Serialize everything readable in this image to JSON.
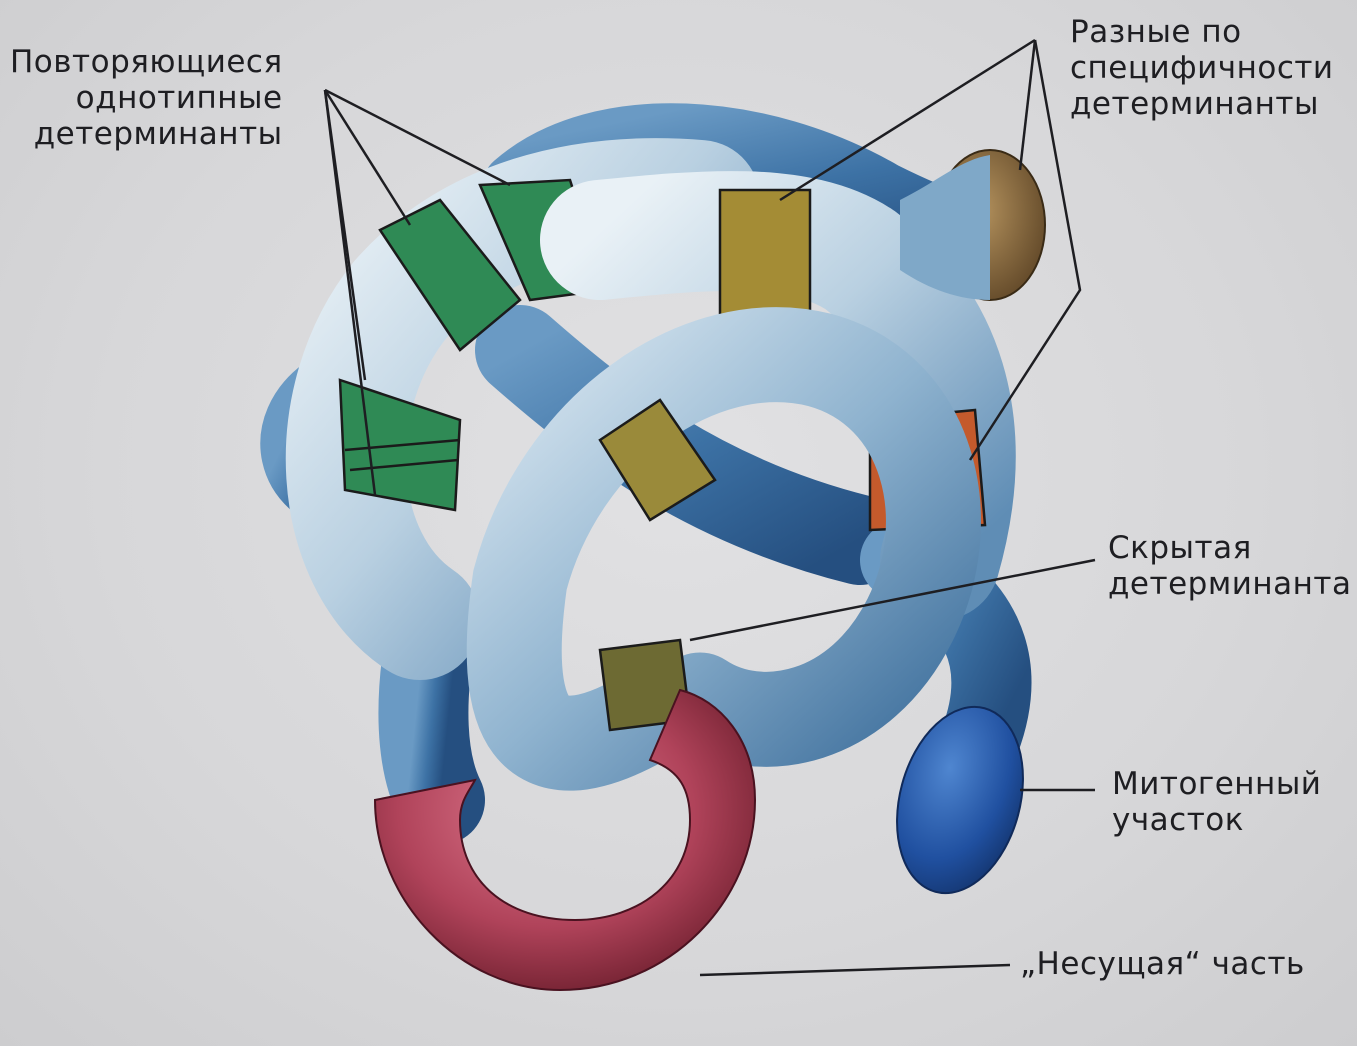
{
  "labels": {
    "repeating": [
      "Повторяющиеся",
      "однотипные",
      "детерминанты"
    ],
    "different": [
      "Разные по",
      "специфичности",
      "детерминанты"
    ],
    "hidden": [
      "Скрытая",
      "детерминанта"
    ],
    "mitogenic": [
      "Митогенный",
      "участок"
    ],
    "carrier": "„Несущая“ часть"
  },
  "colors": {
    "background": "#d7d7d9",
    "tube_blue": "#3f76a9",
    "tube_light": "#cfe0ec",
    "green_band": "#2f8a55",
    "gold_band": "#9a8a3a",
    "orange_band": "#c45a2c",
    "carrier_red": "#a63a4a",
    "mitogen_blue": "#2455a4",
    "leader_line": "#1e1e22"
  }
}
